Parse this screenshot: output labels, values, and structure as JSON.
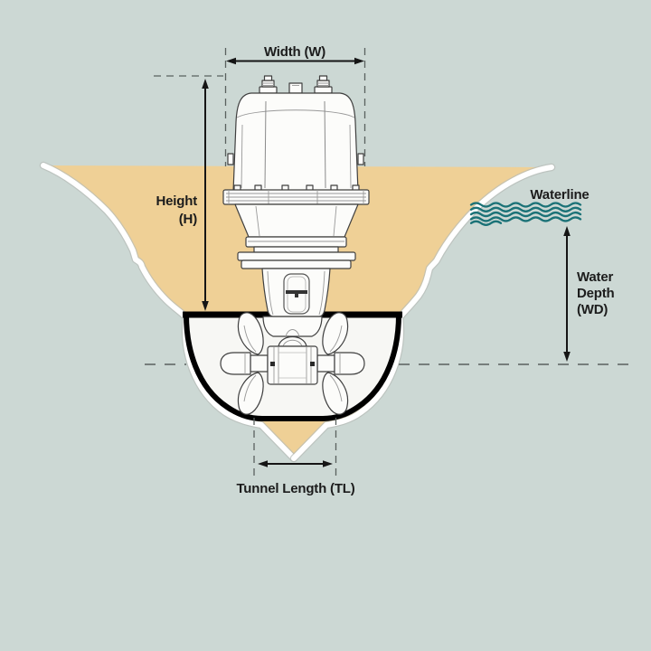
{
  "figure": {
    "name": "Bow thruster installation dimensions diagram",
    "labels": {
      "width": "Width (W)",
      "height_line1": "Height",
      "height_line2": "(H)",
      "waterline": "Waterline",
      "water_depth_line1": "Water",
      "water_depth_line2": "Depth",
      "water_depth_line3": "(WD)",
      "tunnel_length": "Tunnel Length (TL)"
    },
    "measurements": [
      {
        "id": "width",
        "abbr": "W",
        "label": "Width (W)"
      },
      {
        "id": "height",
        "abbr": "H",
        "label": "Height (H)"
      },
      {
        "id": "waterline",
        "abbr": "",
        "label": "Waterline"
      },
      {
        "id": "water-depth",
        "abbr": "WD",
        "label": "Water Depth (WD)"
      },
      {
        "id": "tunnel-length",
        "abbr": "TL",
        "label": "Tunnel Length (TL)"
      }
    ],
    "colors": {
      "background": "#ccd8d4",
      "hull_fill": "#efd096",
      "hull_plating": "#ffffff",
      "waterline_waves": "#1b7277",
      "tunnel_outline": "#000000",
      "dimension_lines": "#151515",
      "label_text": "#1c1c1c",
      "drawing_lines": "#3f3f3f",
      "drawing_fill": "#fcfcfa"
    }
  }
}
